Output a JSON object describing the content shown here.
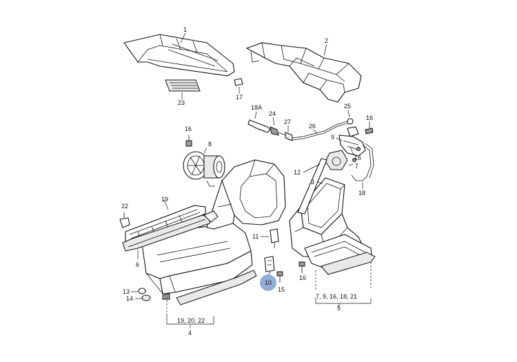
{
  "labels": {
    "p1": "1",
    "p2": "2",
    "p23": "23",
    "p17": "17",
    "p18a": "18A",
    "p24": "24",
    "p27": "27",
    "p26": "26",
    "p25": "25",
    "p16_top": "16",
    "p9": "9",
    "p16_mid": "16",
    "p7": "7",
    "p18": "18",
    "p16_left": "16",
    "p8": "8",
    "p12": "12",
    "p3": "3",
    "p22": "22",
    "p19": "19",
    "p11": "11",
    "p6": "6",
    "p10": "10",
    "p15": "15",
    "p16_low": "16",
    "p13": "13",
    "p14": "14",
    "group4_list": "19, 20, 22",
    "group4": "4",
    "group5_list": "7, 9, 16, 18, 21",
    "group5": "5"
  },
  "highlight_color": "#7f9fcf"
}
